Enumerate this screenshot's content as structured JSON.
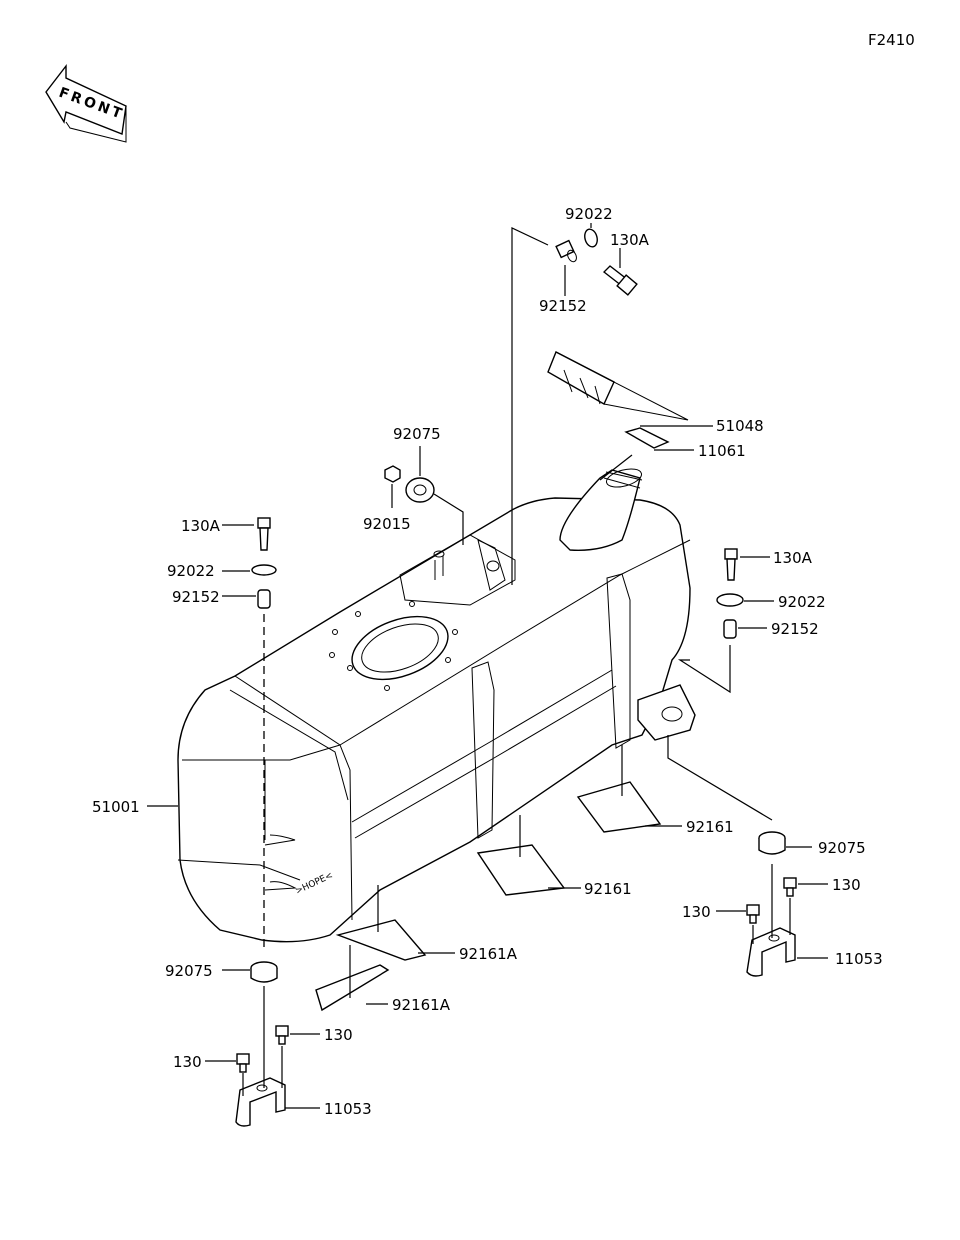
{
  "figure_code": "F2410",
  "front_label": "FRONT",
  "tank_marking": ">HOPE<",
  "callouts": [
    {
      "id": "c-92022-top",
      "text": "92022"
    },
    {
      "id": "c-130A-top",
      "text": "130A"
    },
    {
      "id": "c-92152-top",
      "text": "92152"
    },
    {
      "id": "c-51048",
      "text": "51048"
    },
    {
      "id": "c-11061",
      "text": "11061"
    },
    {
      "id": "c-92075-top",
      "text": "92075"
    },
    {
      "id": "c-92015",
      "text": "92015"
    },
    {
      "id": "c-130A-left",
      "text": "130A"
    },
    {
      "id": "c-92022-left",
      "text": "92022"
    },
    {
      "id": "c-92152-left",
      "text": "92152"
    },
    {
      "id": "c-130A-right",
      "text": "130A"
    },
    {
      "id": "c-92022-right",
      "text": "92022"
    },
    {
      "id": "c-92152-right",
      "text": "92152"
    },
    {
      "id": "c-51001",
      "text": "51001"
    },
    {
      "id": "c-92161-a",
      "text": "92161"
    },
    {
      "id": "c-92161-b",
      "text": "92161"
    },
    {
      "id": "c-92075-right",
      "text": "92075"
    },
    {
      "id": "c-130-right-a",
      "text": "130"
    },
    {
      "id": "c-130-right-b",
      "text": "130"
    },
    {
      "id": "c-11053-right",
      "text": "11053"
    },
    {
      "id": "c-92161A-a",
      "text": "92161A"
    },
    {
      "id": "c-92161A-b",
      "text": "92161A"
    },
    {
      "id": "c-92075-left",
      "text": "92075"
    },
    {
      "id": "c-130-left-a",
      "text": "130"
    },
    {
      "id": "c-130-left-b",
      "text": "130"
    },
    {
      "id": "c-11053-left",
      "text": "11053"
    }
  ]
}
